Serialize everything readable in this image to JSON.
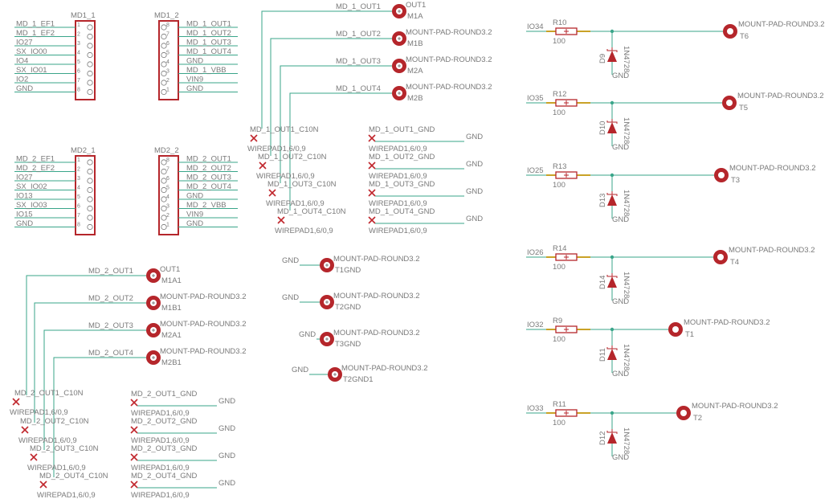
{
  "headers": {
    "md1_1": {
      "name": "MD1_1",
      "pins": [
        "MD_1_EF1",
        "MD_1_EF2",
        "IO27",
        "SX_IO00",
        "IO4",
        "SX_IO01",
        "IO2",
        "GND"
      ],
      "nums": [
        "1",
        "2",
        "3",
        "4",
        "5",
        "6",
        "7",
        "8"
      ]
    },
    "md1_2": {
      "name": "MD1_2",
      "pins": [
        "MD_1_OUT1",
        "MD_1_OUT2",
        "MD_1_OUT3",
        "MD_1_OUT4",
        "GND",
        "MD_1_VBB",
        "VIN9",
        "GND"
      ],
      "nums": [
        "8",
        "7",
        "6",
        "5",
        "4",
        "3",
        "2",
        "1"
      ]
    },
    "md2_1": {
      "name": "MD2_1",
      "pins": [
        "MD_2_EF1",
        "MD_2_EF2",
        "IO27",
        "SX_IO02",
        "IO13",
        "SX_IO03",
        "IO15",
        "GND"
      ],
      "nums": [
        "1",
        "2",
        "3",
        "4",
        "5",
        "6",
        "7",
        "8"
      ]
    },
    "md2_2": {
      "name": "MD2_2",
      "pins": [
        "MD_2_OUT1",
        "MD_2_OUT2",
        "MD_2_OUT3",
        "MD_2_OUT4",
        "GND",
        "MD_2_VBB",
        "VIN9",
        "GND"
      ],
      "nums": [
        "8",
        "7",
        "6",
        "5",
        "4",
        "3",
        "2",
        "1"
      ]
    }
  },
  "pads": {
    "m1a": {
      "net": "MD_1_OUT1",
      "type": "OUT1",
      "name": "M1A"
    },
    "m1b": {
      "net": "MD_1_OUT2",
      "type": "MOUNT-PAD-ROUND3.2",
      "name": "M1B"
    },
    "m2a": {
      "net": "MD_1_OUT3",
      "type": "MOUNT-PAD-ROUND3.2",
      "name": "M2A"
    },
    "m2b": {
      "net": "MD_1_OUT4",
      "type": "MOUNT-PAD-ROUND3.2",
      "name": "M2B"
    },
    "m1a1": {
      "net": "MD_2_OUT1",
      "type": "OUT1",
      "name": "M1A1"
    },
    "m1b1": {
      "net": "MD_2_OUT2",
      "type": "MOUNT-PAD-ROUND3.2",
      "name": "M1B1"
    },
    "m2a1": {
      "net": "MD_2_OUT3",
      "type": "MOUNT-PAD-ROUND3.2",
      "name": "M2A1"
    },
    "m2b1": {
      "net": "MD_2_OUT4",
      "type": "MOUNT-PAD-ROUND3.2",
      "name": "M2B1"
    },
    "t1gnd": {
      "net": "GND",
      "type": "MOUNT-PAD-ROUND3.2",
      "name": "T1GND"
    },
    "t2gnd": {
      "net": "GND",
      "type": "MOUNT-PAD-ROUND3.2",
      "name": "T2GND"
    },
    "t3gnd": {
      "net": "GND",
      "type": "MOUNT-PAD-ROUND3.2",
      "name": "T3GND"
    },
    "t2gnd1": {
      "net": "GND",
      "type": "MOUNT-PAD-ROUND3.2",
      "name": "T2GND1"
    }
  },
  "wirepads": {
    "value": "WIREPAD1,6/0,9",
    "md1_c10n": [
      "MD_1_OUT1_C10N",
      "MD_1_OUT2_C10N",
      "MD_1_OUT3_C10N",
      "MD_1_OUT4_C10N"
    ],
    "md1_gnd": [
      "MD_1_OUT1_GND",
      "MD_1_OUT2_GND",
      "MD_1_OUT3_GND",
      "MD_1_OUT4_GND"
    ],
    "md2_c10n": [
      "MD_2_OUT1_C10N",
      "MD_2_OUT2_C10N",
      "MD_2_OUT3_C10N",
      "MD_2_OUT4_C10N"
    ],
    "md2_gnd": [
      "MD_2_OUT1_GND",
      "MD_2_OUT2_GND",
      "MD_2_OUT3_GND",
      "MD_2_OUT4_GND"
    ],
    "gnd": "GND"
  },
  "channels": [
    {
      "io": "IO34",
      "res": "R10",
      "val": "100",
      "diode": "D9",
      "part": "1N4728",
      "pad_type": "MOUNT-PAD-ROUND3.2",
      "pad": "T6"
    },
    {
      "io": "IO35",
      "res": "R12",
      "val": "100",
      "diode": "D10",
      "part": "1N4728",
      "pad_type": "MOUNT-PAD-ROUND3.2",
      "pad": "T5"
    },
    {
      "io": "IO25",
      "res": "R13",
      "val": "100",
      "diode": "D13",
      "part": "1N4728",
      "pad_type": "MOUNT-PAD-ROUND3.2",
      "pad": "T3"
    },
    {
      "io": "IO26",
      "res": "R14",
      "val": "100",
      "diode": "D14",
      "part": "1N4728",
      "pad_type": "MOUNT-PAD-ROUND3.2",
      "pad": "T4"
    },
    {
      "io": "IO32",
      "res": "R9",
      "val": "100",
      "diode": "D11",
      "part": "1N4728",
      "pad_type": "MOUNT-PAD-ROUND3.2",
      "pad": "T1"
    },
    {
      "io": "IO33",
      "res": "R11",
      "val": "100",
      "diode": "D12",
      "part": "1N4728",
      "pad_type": "MOUNT-PAD-ROUND3.2",
      "pad": "T2"
    }
  ],
  "colors": {
    "wire": "#3aa58a",
    "part": "#b5262b",
    "text": "#7a7a7a",
    "res_lead": "#c9a227"
  }
}
